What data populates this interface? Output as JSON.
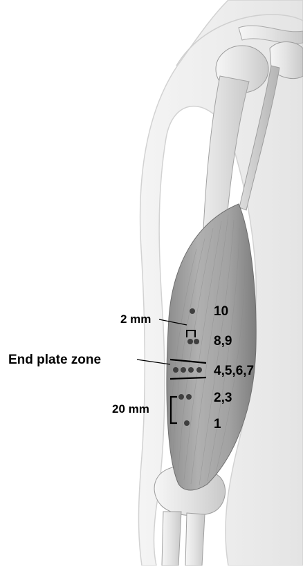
{
  "figure": {
    "electrode_labels": {
      "e10": "10",
      "e8_9": "8,9",
      "e4_7": "4,5,6,7",
      "e2_3": "2,3",
      "e1": "1"
    },
    "annotations": {
      "small_spacing": "2 mm",
      "end_plate_zone": "End plate zone",
      "large_spacing": "20 mm"
    },
    "colors": {
      "background": "#ffffff",
      "skin": "#f1f1f1",
      "bone": "#e9e9e9",
      "muscle": "#a6a6a6",
      "electrode": "#3f3f3f",
      "text": "#000000"
    }
  }
}
